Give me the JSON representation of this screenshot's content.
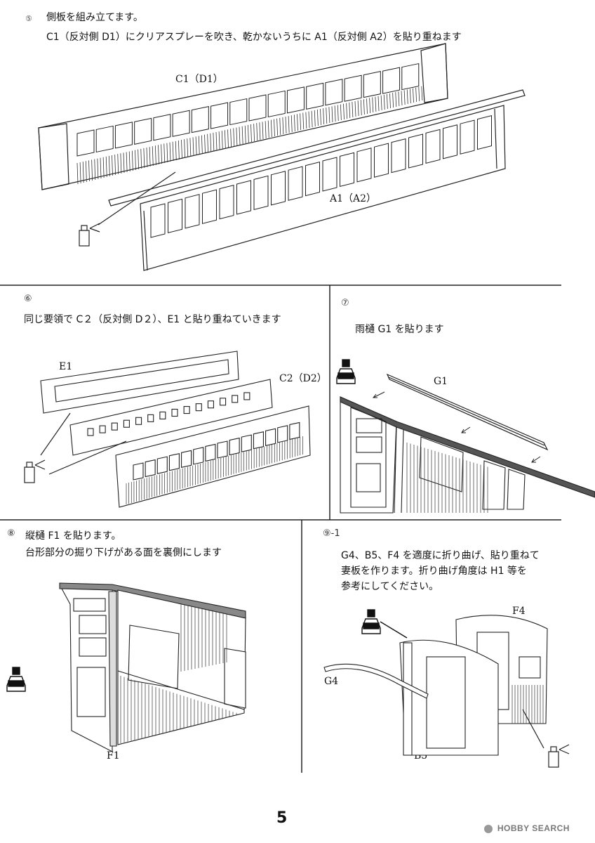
{
  "steps": {
    "s5": {
      "num": "⑤",
      "title": "側板を組み立てます。",
      "desc": "C1（反対側 D1）にクリアスプレーを吹き、乾かないうちに A1（反対側 A2）を貼り重ねます",
      "label_c1": "C1（D1）",
      "label_a1": "A1（A2）"
    },
    "s6": {
      "num": "⑥",
      "desc": "同じ要領で C２（反対側 D２）、E1 と貼り重ねていきます",
      "label_e1": "E1",
      "label_c2": "C2（D2）"
    },
    "s7": {
      "num": "⑦",
      "desc": "雨樋 G1 を貼ります",
      "label_g1": "G1"
    },
    "s8": {
      "num": "⑧",
      "line1": "縦樋 F1 を貼ります。",
      "line2": "台形部分の掘り下げがある面を裏側にします",
      "label_f1": "F1"
    },
    "s9": {
      "num": "⑨-1",
      "line1": "G4、B5、F4 を適度に折り曲げ、貼り重ねて",
      "line2": "妻板を作ります。折り曲げ角度は H1 等を",
      "line3": "参考にしてください。",
      "label_f4": "F4",
      "label_g4": "G4",
      "label_b5": "B5"
    }
  },
  "page_number": "5",
  "watermark": "HOBBY SEARCH",
  "colors": {
    "ink": "#111111",
    "rule": "#222222"
  }
}
